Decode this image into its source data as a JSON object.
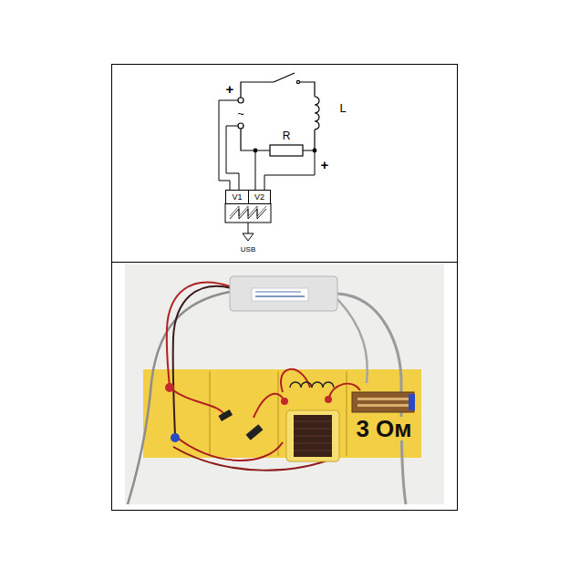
{
  "diagram": {
    "nodes": [
      {
        "text": [
          "V1"
        ]
      },
      {
        "text": [
          "V2"
        ]
      }
    ],
    "labels": [
      "+",
      "~",
      "L",
      "R",
      "+",
      "USB",
      "3 Ом"
    ]
  }
}
